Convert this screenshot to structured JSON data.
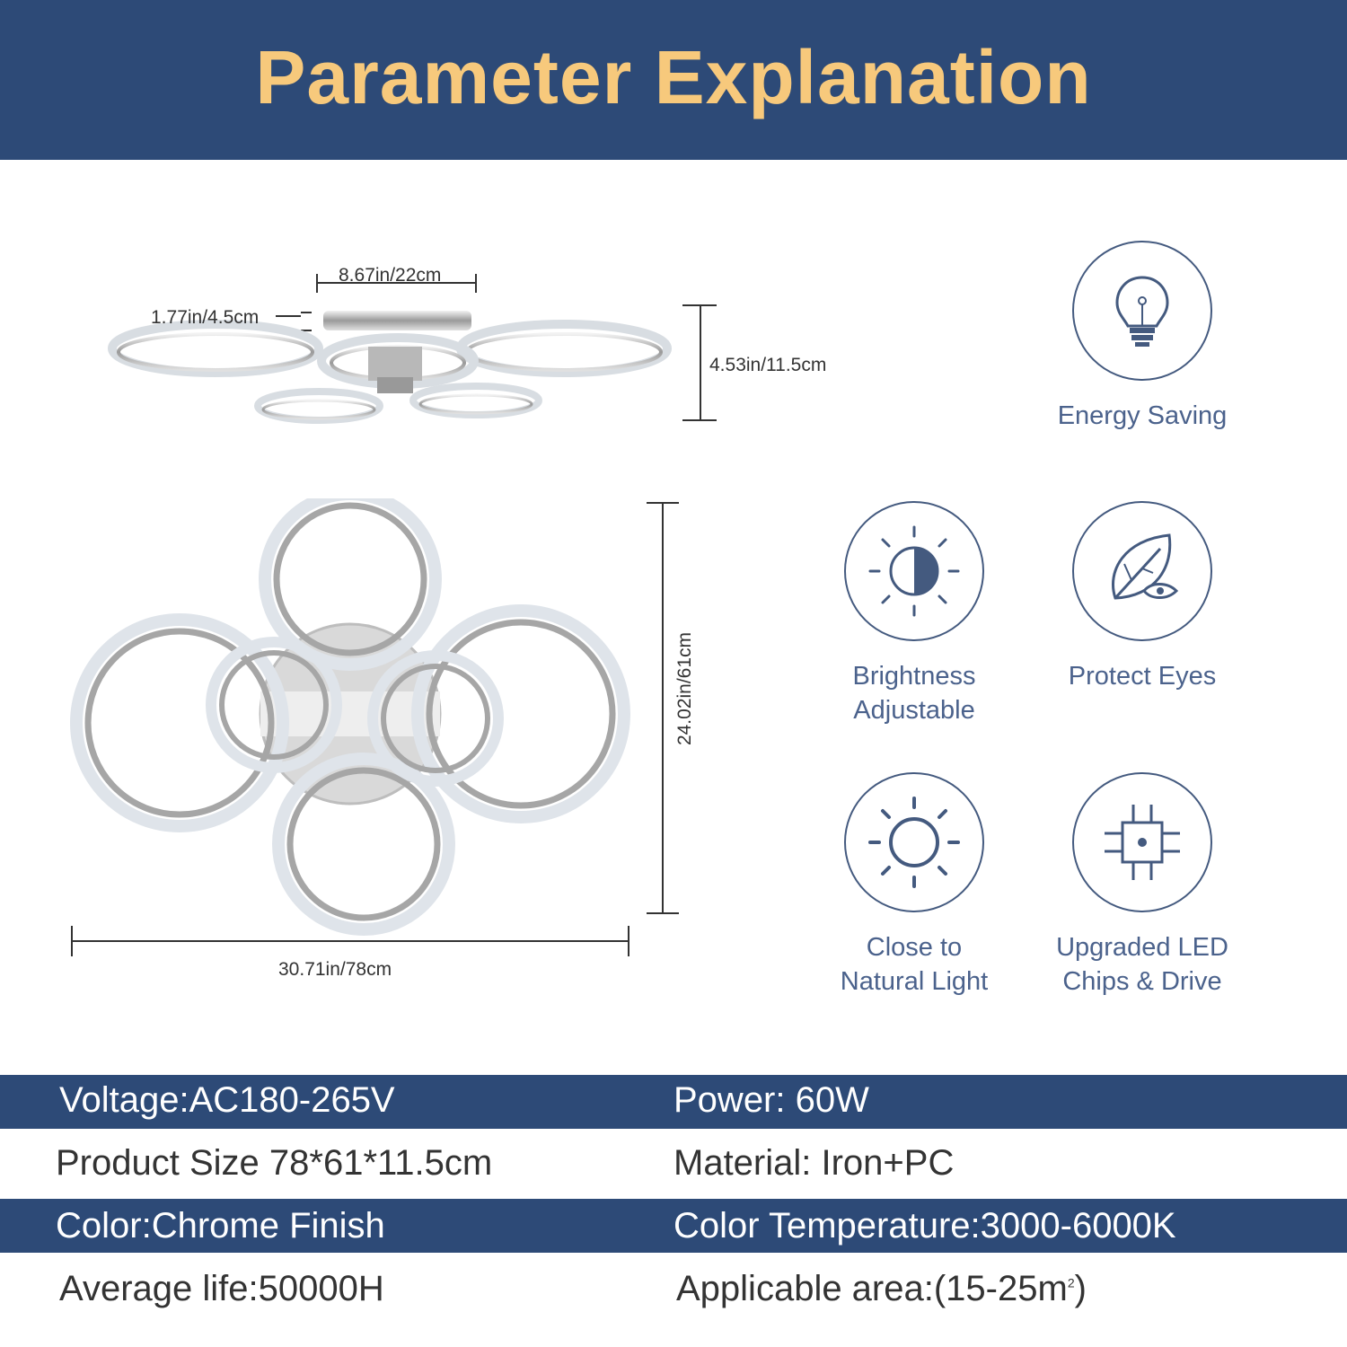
{
  "header": {
    "title": "Parameter Explanation"
  },
  "dimensions": {
    "side_width": "8.67in/22cm",
    "side_thickness": "1.77in/4.5cm",
    "side_height": "4.53in/11.5cm",
    "top_height": "24.02in/61cm",
    "top_width": "30.71in/78cm"
  },
  "features": [
    {
      "icon": "bulb-icon",
      "label_line1": "Energy Saving",
      "label_line2": ""
    },
    {
      "icon": "half-sun-icon",
      "label_line1": "Brightness",
      "label_line2": "Adjustable"
    },
    {
      "icon": "leaf-eye-icon",
      "label_line1": "Protect Eyes",
      "label_line2": ""
    },
    {
      "icon": "sun-icon",
      "label_line1": "Close to",
      "label_line2": "Natural Light"
    },
    {
      "icon": "chip-icon",
      "label_line1": "Upgraded LED",
      "label_line2": "Chips & Drive"
    }
  ],
  "specs": [
    {
      "left": "Voltage:AC180-265V",
      "right": "Power: 60W"
    },
    {
      "left": "Product Size 78*61*11.5cm",
      "right": "Material: Iron+PC"
    },
    {
      "left": "Color:Chrome Finish",
      "right": "Color Temperature:3000-6000K"
    },
    {
      "left": "Average life:50000H",
      "right_prefix": "Applicable area:(15-25m",
      "right_sup": "2",
      "right_suffix": ")"
    }
  ],
  "colors": {
    "header_bg": "#2d4a77",
    "title": "#f7c97c",
    "icon_stroke": "#445a7f",
    "feature_text": "#4b628c"
  }
}
